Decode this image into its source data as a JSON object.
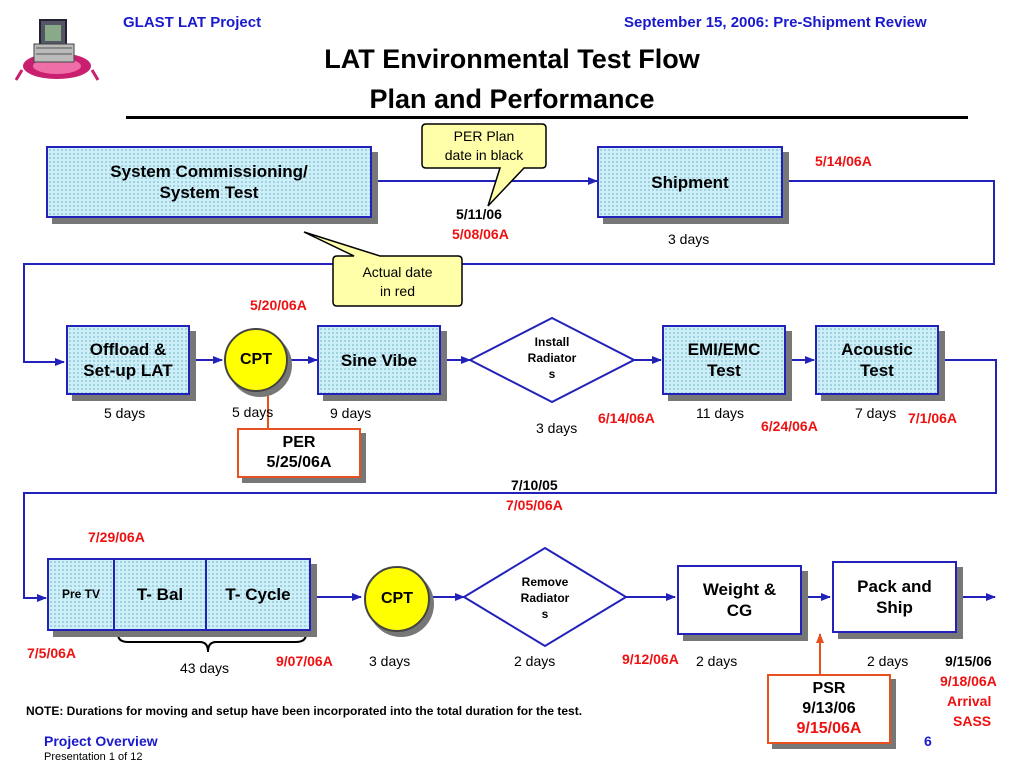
{
  "header": {
    "left": "GLAST LAT Project",
    "right": "September 15, 2006: Pre-Shipment Review",
    "title_line1": "LAT Environmental Test Flow",
    "title_line2": "Plan and Performance"
  },
  "boxes": {
    "system_commissioning": "System Commissioning/\nSystem Test",
    "shipment": "Shipment",
    "offload": "Offload &\nSet-up LAT",
    "cpt1": "CPT",
    "sine_vibe": "Sine Vibe",
    "install_radiators": "Install\nRadiator\ns",
    "emi_emc": "EMI/EMC\nTest",
    "acoustic": "Acoustic\nTest",
    "pre_tv": "Pre TV",
    "t_bal": "T- Bal",
    "t_cycle": "T- Cycle",
    "cpt2": "CPT",
    "remove_radiators": "Remove\nRadiator\ns",
    "weight_cg": "Weight &\nCG",
    "pack_ship": "Pack and\nShip"
  },
  "callouts": {
    "plan": "PER Plan\ndate in black",
    "actual": "Actual date\nin red"
  },
  "reviews": {
    "per_title": "PER",
    "per_date": "5/25/06A",
    "psr_title": "PSR",
    "psr_plan": "9/13/06",
    "psr_actual": "9/15/06A"
  },
  "labels": {
    "d_511": "5/11/06",
    "d_508a": "5/08/06A",
    "ship_days": "3 days",
    "d_514a": "5/14/06A",
    "d_520a": "5/20/06A",
    "offload_days": "5 days",
    "cpt1_days": "5 days",
    "sine_days": "9 days",
    "install_days": "3 days",
    "d_614a": "6/14/06A",
    "emi_days": "11 days",
    "d_624a": "6/24/06A",
    "acoustic_days": "7 days",
    "d_71a": "7/1/06A",
    "d_710": "7/10/05",
    "d_705a": "7/05/06A",
    "d_729a": "7/29/06A",
    "d_75a": "7/5/06A",
    "tv_days": "43 days",
    "d_907a": "9/07/06A",
    "cpt2_days": "3 days",
    "remove_days": "2 days",
    "d_912a": "9/12/06A",
    "weight_days": "2 days",
    "pack_days": "2 days",
    "d_915": "9/15/06",
    "d_918a": "9/18/06A",
    "arrival": "Arrival",
    "sass": "SASS"
  },
  "note": "NOTE:  Durations for moving and setup have been incorporated into the total duration for the test.",
  "footer": {
    "left": "Project Overview",
    "sub": "Presentation 1 of 12",
    "page": "6"
  },
  "colors": {
    "accent": "#1a1acc",
    "actual": "#ee1111",
    "box_fill": "#cdeff8",
    "cpt_fill": "#ffff00",
    "callout_fill": "#ffffaa",
    "review_border": "#e8501e"
  }
}
